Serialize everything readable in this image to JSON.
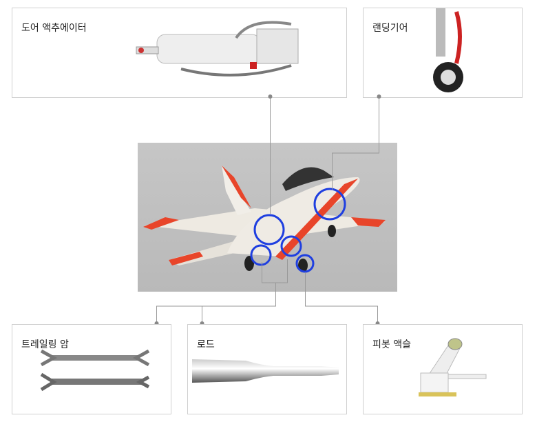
{
  "parts": {
    "door_actuator": {
      "label": "도어 액추에이터"
    },
    "landing_gear": {
      "label": "랜딩기어"
    },
    "trailing_arm": {
      "label": "트레일링 암"
    },
    "rod": {
      "label": "로드"
    },
    "pivot_axle": {
      "label": "피봇 액슬"
    }
  },
  "colors": {
    "highlight_circle": "#1f3fe0",
    "aircraft_accent": "#e8452a",
    "connector_line": "#999999"
  }
}
